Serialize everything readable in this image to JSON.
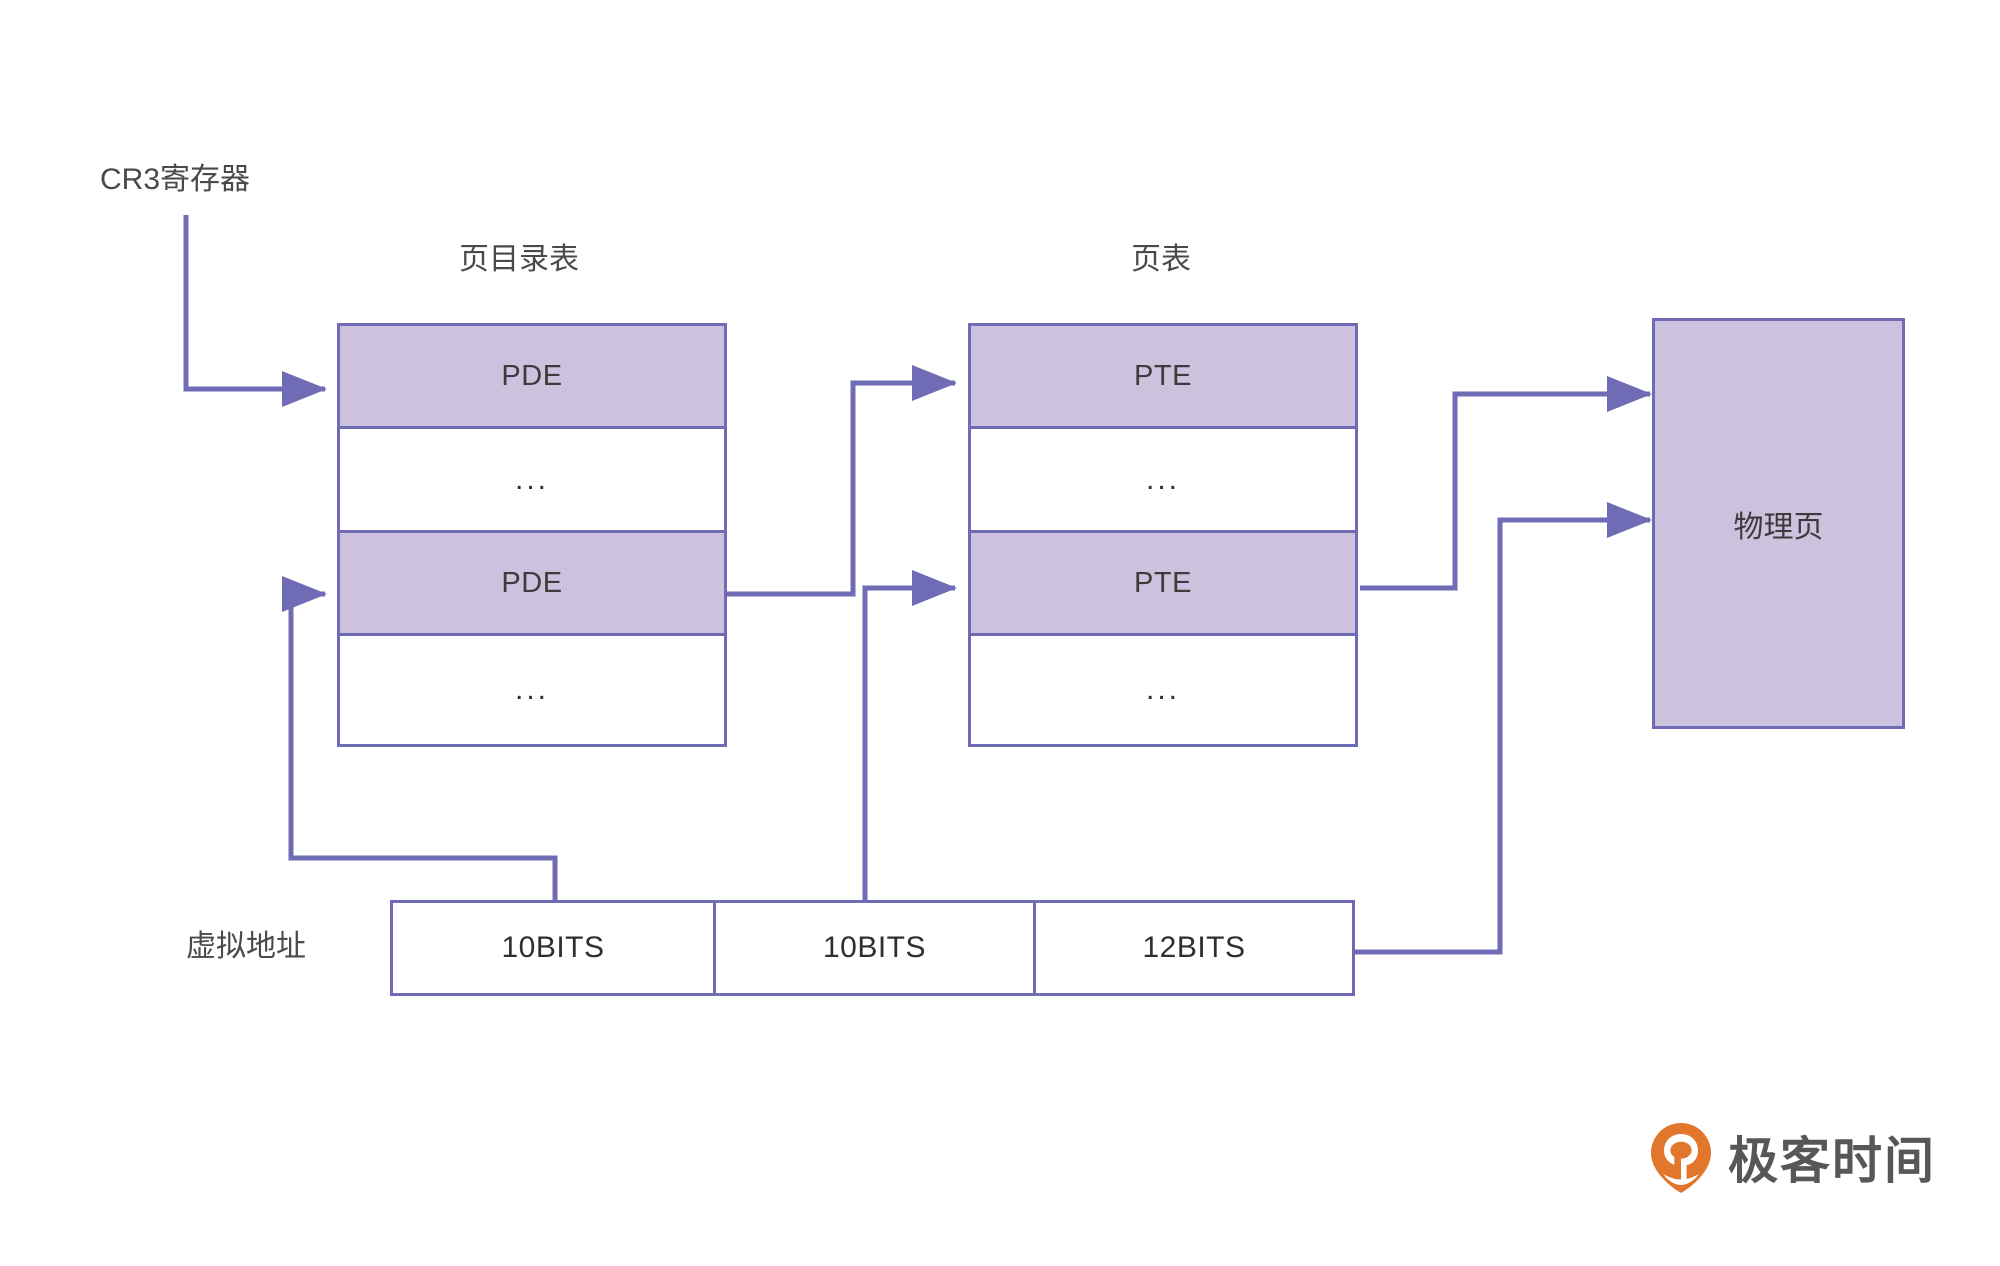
{
  "diagram": {
    "title_cr3": "CR3寄存器",
    "title_page_directory": "页目录表",
    "title_page_table": "页表",
    "label_virtual_address": "虚拟地址",
    "physical_page": "物理页",
    "ellipsis": "...",
    "page_directory_rows": [
      {
        "text": "PDE",
        "filled": true
      },
      {
        "text": "...",
        "filled": false
      },
      {
        "text": "PDE",
        "filled": true
      },
      {
        "text": "...",
        "filled": false
      }
    ],
    "page_table_rows": [
      {
        "text": "PTE",
        "filled": true
      },
      {
        "text": "...",
        "filled": false
      },
      {
        "text": "PTE",
        "filled": true
      },
      {
        "text": "...",
        "filled": false
      }
    ],
    "virtual_address_fields": [
      {
        "label": "10BITS"
      },
      {
        "label": "10BITS"
      },
      {
        "label": "12BITS"
      }
    ],
    "colors": {
      "stroke": "#6f6cb5",
      "fill": "#cdc2de",
      "text": "#3c3c3c",
      "background": "#ffffff",
      "brand_orange": "#e2762c"
    }
  },
  "brand": {
    "name": "极客时间",
    "icon": "geektime-pin-icon"
  }
}
